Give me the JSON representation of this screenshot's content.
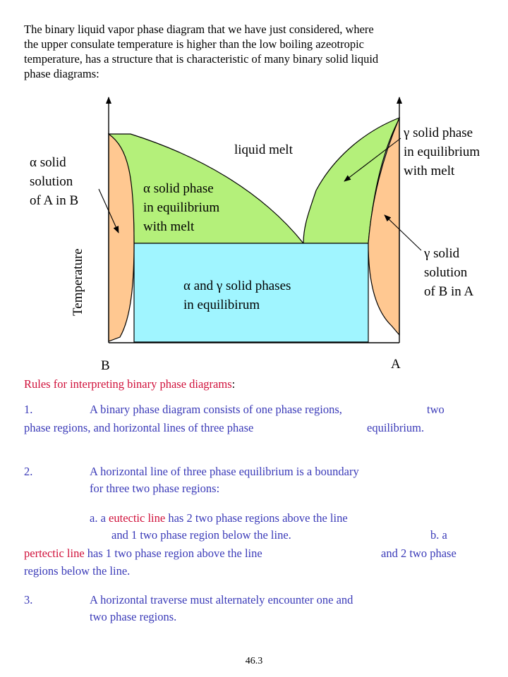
{
  "intro": {
    "lines": [
      "The binary liquid vapor phase diagram that we have just considered, where",
      "the upper consulate temperature is higher than the low boiling azeotropic",
      "temperature, has a structure that is characteristic of many binary solid liquid",
      "phase diagrams:"
    ]
  },
  "diagram": {
    "labels": {
      "liquid_melt": "liquid melt",
      "alpha_solution": [
        "α solid",
        "solution",
        "of A in B"
      ],
      "alpha_eq": [
        "α solid phase",
        "in equilibrium",
        "with melt"
      ],
      "gamma_eq": [
        "γ solid phase",
        "in equilibrium",
        "with melt"
      ],
      "gamma_solution": [
        "γ solid",
        "solution",
        "of B in A"
      ],
      "two_solids": [
        "α and γ solid phases",
        "in equilibirum"
      ],
      "y_axis": "Temperature",
      "left_comp": "B",
      "right_comp": "A"
    },
    "colors": {
      "liquid_region": "#b4f07a",
      "solid_solution": "#ffc891",
      "two_solid_region": "#a0f5ff",
      "line": "#000000"
    }
  },
  "rules": {
    "heading": "Rules for interpreting binary phase diagrams",
    "heading_colon": ":",
    "r1_num": "1.",
    "r1_a": "A binary phase diagram consists of one phase regions,",
    "r1_b": "two",
    "r1_c": "phase regions, and horizontal lines of three phase",
    "r1_d": "equilibrium.",
    "r2_num": "2.",
    "r2_a": "A horizontal line of three phase equilibrium is a boundary",
    "r2_b": "for three two phase regions:",
    "a_prefix": "a.   a ",
    "eutectic": "eutectic line",
    "a_rest": " has 2 two phase regions above the line",
    "a_line2": "and 1 two phase region below the line.",
    "b_prefix": "b.   a",
    "pertectic": "pertectic line",
    "b_rest": " has 1 two phase region above the line",
    "b_tail": "and 2 two phase",
    "b_line3": "regions below the line.",
    "r3_num": "3.",
    "r3_a": "A horizontal traverse must alternately encounter one and",
    "r3_b": "two phase regions."
  },
  "page_number": "46.3"
}
